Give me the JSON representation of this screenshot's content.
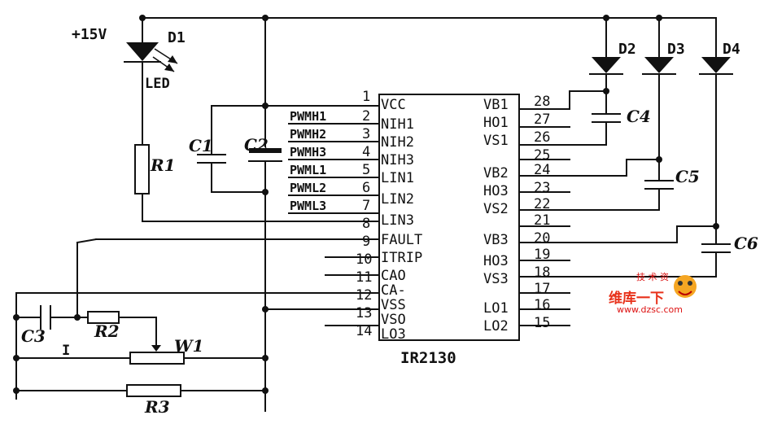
{
  "supply": {
    "label": "+15V"
  },
  "led": {
    "name": "D1",
    "text": "LED"
  },
  "resistors": {
    "r1": "R1",
    "r2": "R2",
    "r3": "R3",
    "pot": "W1"
  },
  "caps": {
    "c1": "C1",
    "c2": "C2",
    "c3": "C3",
    "c4": "C4",
    "c5": "C5",
    "c6": "C6"
  },
  "diodes": {
    "d2": "D2",
    "d3": "D3",
    "d4": "D4"
  },
  "current_label": "I",
  "ic": {
    "name": "IR2130",
    "left_pins": [
      {
        "num": "1",
        "name": "VCC",
        "signal": ""
      },
      {
        "num": "2",
        "name": "NIH1",
        "signal": "PWMH1"
      },
      {
        "num": "3",
        "name": "NIH2",
        "signal": "PWMH2"
      },
      {
        "num": "4",
        "name": "NIH3",
        "signal": "PWMH3"
      },
      {
        "num": "5",
        "name": "LIN1",
        "signal": "PWML1"
      },
      {
        "num": "6",
        "name": "LIN2",
        "signal": "PWML2"
      },
      {
        "num": "7",
        "name": "LIN3",
        "signal": "PWML3"
      },
      {
        "num": "8",
        "name": "LIN3",
        "signal": ""
      },
      {
        "num": "9",
        "name": "FAULT",
        "signal": ""
      },
      {
        "num": "10",
        "name": "ITRIP",
        "signal": ""
      },
      {
        "num": "11",
        "name": "CAO",
        "signal": ""
      },
      {
        "num": "12",
        "name": "CA-",
        "signal": ""
      },
      {
        "num": "13",
        "name": "VSS",
        "signal": ""
      },
      {
        "num": "14",
        "name": "VSO",
        "signal": ""
      }
    ],
    "bottom_extra": "LO3",
    "right_pins": [
      {
        "num": "28",
        "name": "VB1"
      },
      {
        "num": "27",
        "name": "HO1"
      },
      {
        "num": "26",
        "name": "VS1"
      },
      {
        "num": "25",
        "name": ""
      },
      {
        "num": "24",
        "name": "VB2"
      },
      {
        "num": "23",
        "name": "HO3"
      },
      {
        "num": "22",
        "name": "VS2"
      },
      {
        "num": "21",
        "name": ""
      },
      {
        "num": "20",
        "name": "VB3"
      },
      {
        "num": "19",
        "name": "HO3"
      },
      {
        "num": "18",
        "name": "VS3"
      },
      {
        "num": "17",
        "name": ""
      },
      {
        "num": "16",
        "name": "LO1"
      },
      {
        "num": "15",
        "name": "LO2"
      }
    ]
  },
  "watermark": {
    "line1": "维库一下",
    "line2": "www.dzsc.com",
    "top": "技 术 资"
  }
}
